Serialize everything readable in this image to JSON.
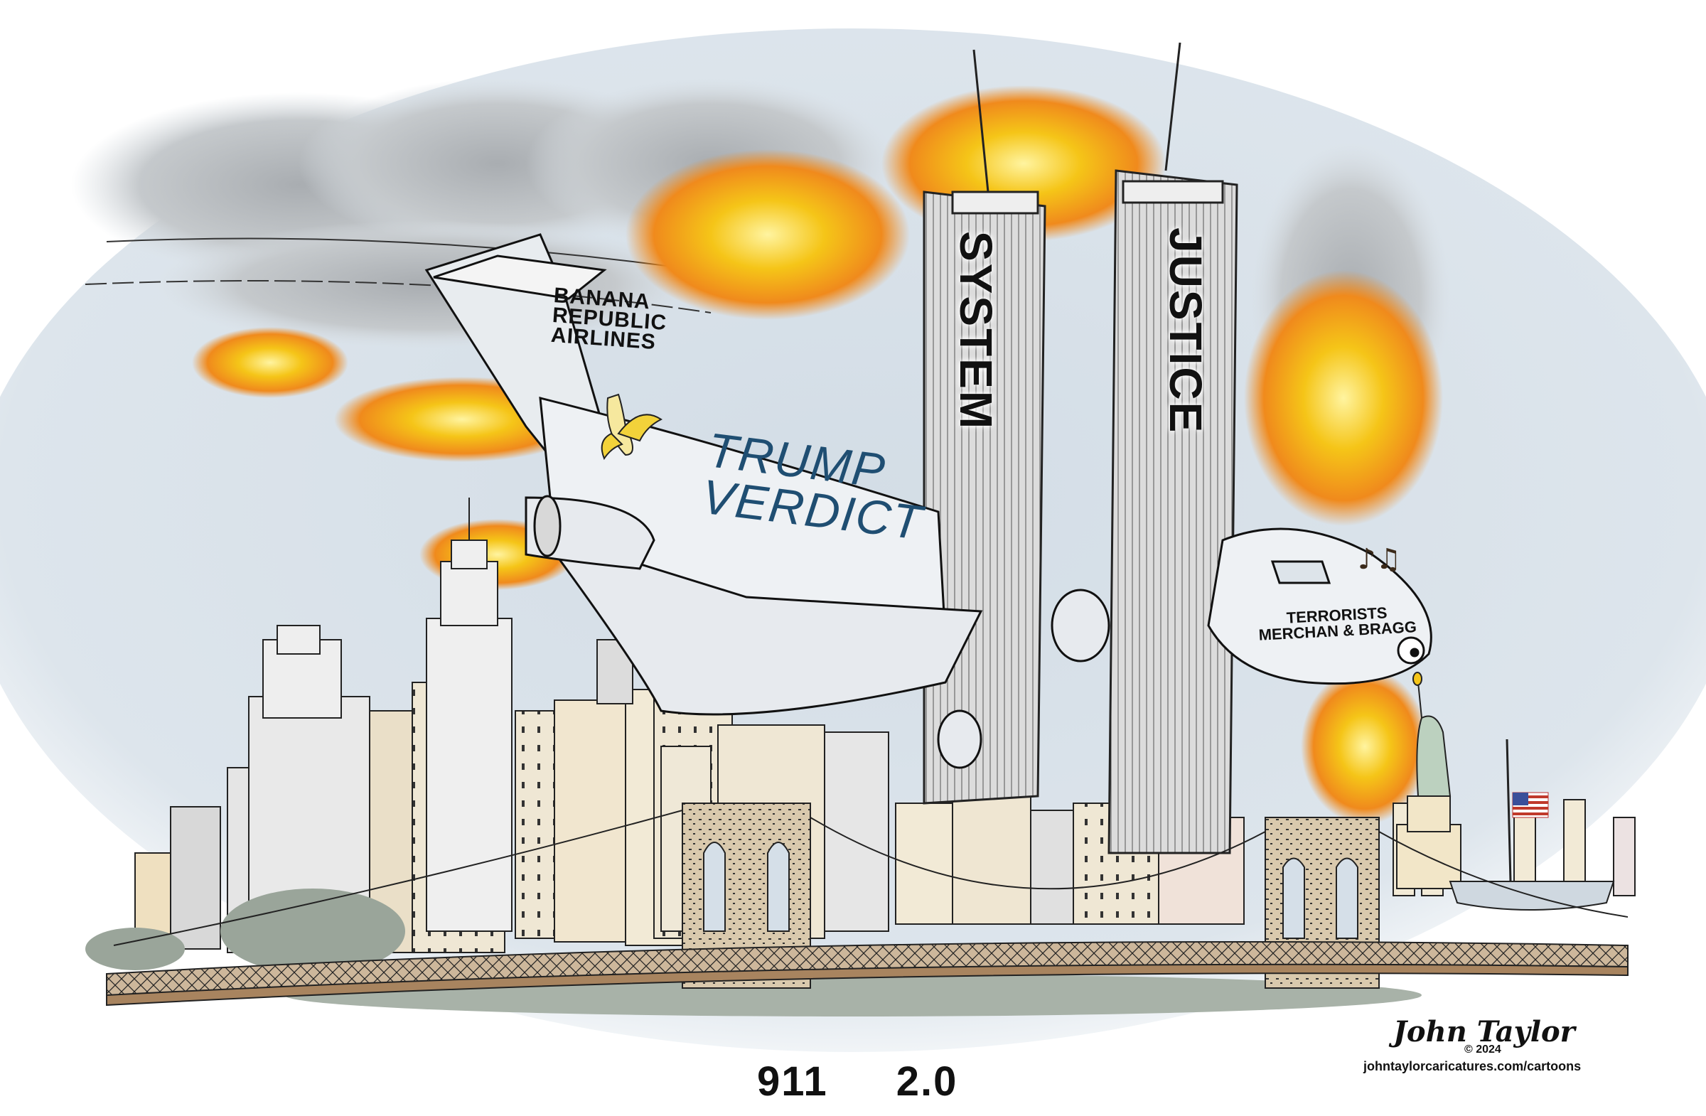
{
  "cartoon": {
    "caption": "911  2.0",
    "plane_tail": {
      "line1": "BANANA",
      "line2": "REPUBLIC",
      "line3": "AIRLINES",
      "logo_icon": "banana-icon"
    },
    "plane_fuselage": {
      "line1": "TRUMP",
      "line2": "VERDICT"
    },
    "towers": {
      "left": "SYSTEM",
      "right": "JUSTICE"
    },
    "plane_nose": {
      "line1": "TERRORISTS",
      "line2": "MERCHAN & BRAGG"
    },
    "credits": {
      "signature": "John Taylor",
      "copyright": "© 2024",
      "website": "johntaylorcaricatures.com/cartoons"
    },
    "colors": {
      "sky": "#d5dfe8",
      "smoke": "#b9bcbf",
      "fire_yellow": "#f5c518",
      "fire_orange": "#f08a1c",
      "fuselage_text": "#1f4e72",
      "tower": "#d9d9d9",
      "bridge": "#c8b39a",
      "buildings": "#efe6d2",
      "foliage": "#9aa59a"
    }
  }
}
